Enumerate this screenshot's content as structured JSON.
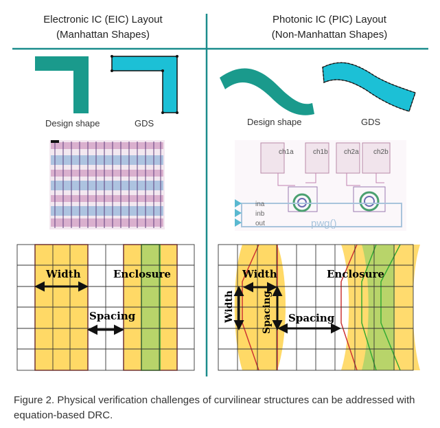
{
  "headers": {
    "left_line1": "Electronic IC (EIC) Layout",
    "left_line2": "(Manhattan Shapes)",
    "right_line1": "Photonic IC (PIC) Layout",
    "right_line2": "(Non-Manhattan Shapes)"
  },
  "shape_labels": {
    "eic_design": "Design shape",
    "eic_gds": "GDS",
    "pic_design": "Design shape",
    "pic_gds": "GDS"
  },
  "pic_layout": {
    "cells": [
      "ch1a",
      "ch1b",
      "ch2a",
      "ch2b"
    ],
    "ports": [
      "ina",
      "inb",
      "out"
    ],
    "waveguide": "pwg()"
  },
  "drc_labels": {
    "eic_width": "Width",
    "eic_enclosure": "Enclosure",
    "eic_spacing": "Spacing",
    "pic_width_top": "Width",
    "pic_width_side": "Width",
    "pic_spacing_vertical": "Spacing",
    "pic_spacing": "Spacing",
    "pic_enclosure": "Enclosure"
  },
  "caption": "Figure 2. Physical verification challenges of curvilinear structures can be addressed with equation-based DRC.",
  "colors": {
    "divider": "#1a8c8c",
    "design_shape": "#1a9a8c",
    "gds_shape": "#1cc0d6",
    "yellow_fill": "#ffd966",
    "green_fill": "#b8d46a",
    "red_outline": "#cc3333",
    "green_outline": "#33aa33"
  }
}
